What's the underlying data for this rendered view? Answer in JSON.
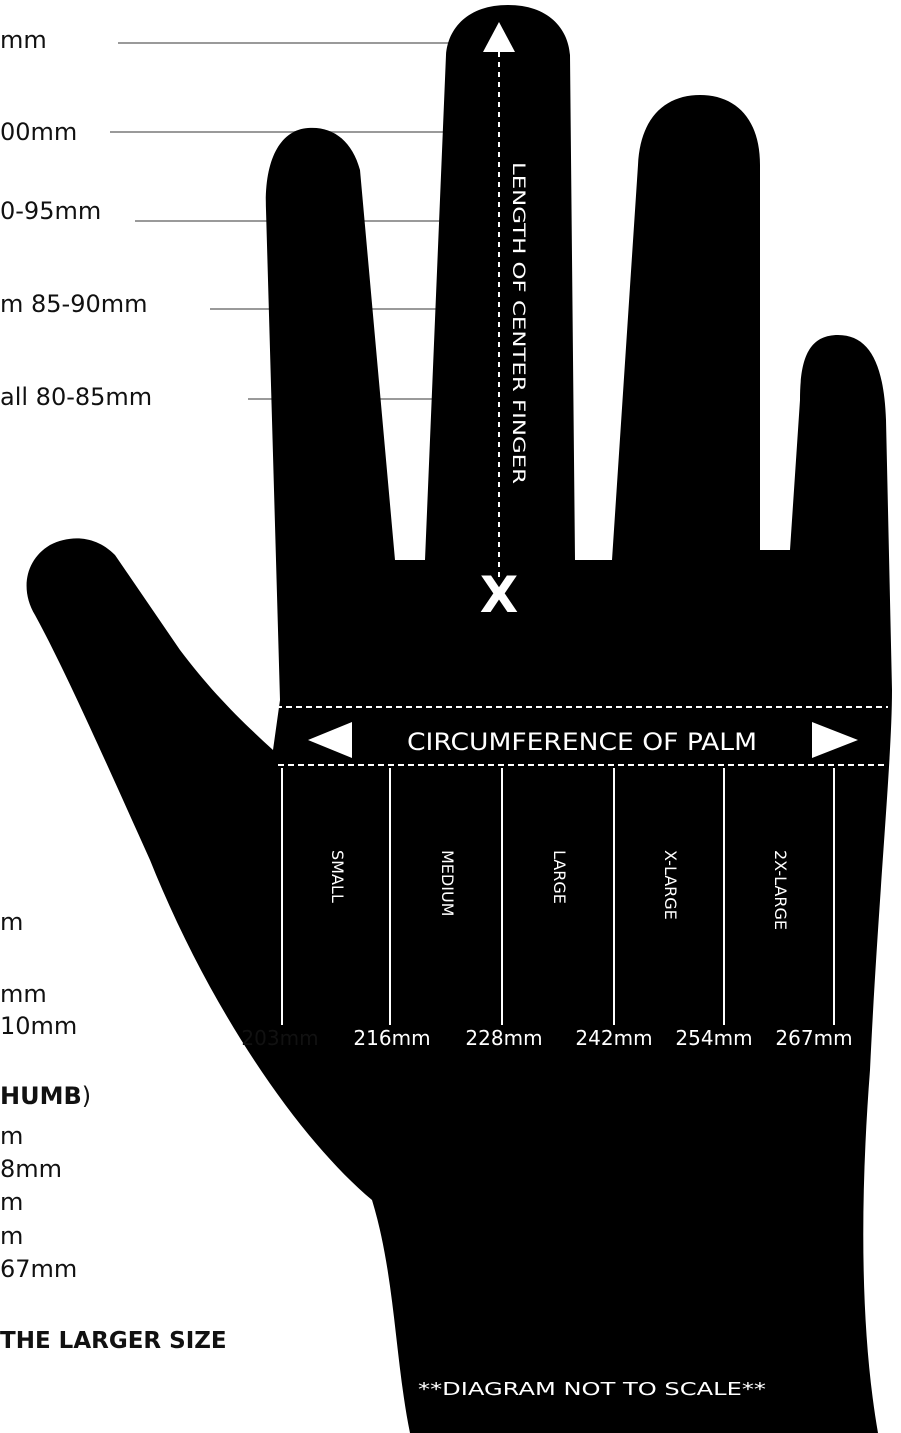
{
  "finger_lengths": [
    {
      "label": "mm"
    },
    {
      "label": "00mm"
    },
    {
      "label": "0-95mm"
    },
    {
      "label": "m 85-90mm"
    },
    {
      "label": "all 80-85mm"
    }
  ],
  "finger_measure_label": "LENGTH OF CENTER FINGER",
  "palm_label": "CIRCUMFERENCE OF PALM",
  "sizes": [
    {
      "name": "SMALL",
      "mm": "216mm"
    },
    {
      "name": "MEDIUM",
      "mm": "228mm"
    },
    {
      "name": "LARGE",
      "mm": "242mm"
    },
    {
      "name": "X-LARGE",
      "mm": "254mm"
    },
    {
      "name": "2X-LARGE",
      "mm": "267mm"
    }
  ],
  "start_mm": "203mm",
  "left_col_fragments": [
    "m",
    "mm",
    "10mm"
  ],
  "palm_heading_fragment": {
    "bold": "HUMB",
    "close": ")"
  },
  "palm_list_fragments": [
    "m",
    "8mm",
    "m",
    "m",
    "67mm"
  ],
  "larger_size_note": "THE LARGER SIZE",
  "diagram_note": "**DIAGRAM NOT TO SCALE**",
  "colors": {
    "hand": "#000000",
    "text_on_hand": "#ffffff",
    "leader_line": "#9a9a9a"
  }
}
